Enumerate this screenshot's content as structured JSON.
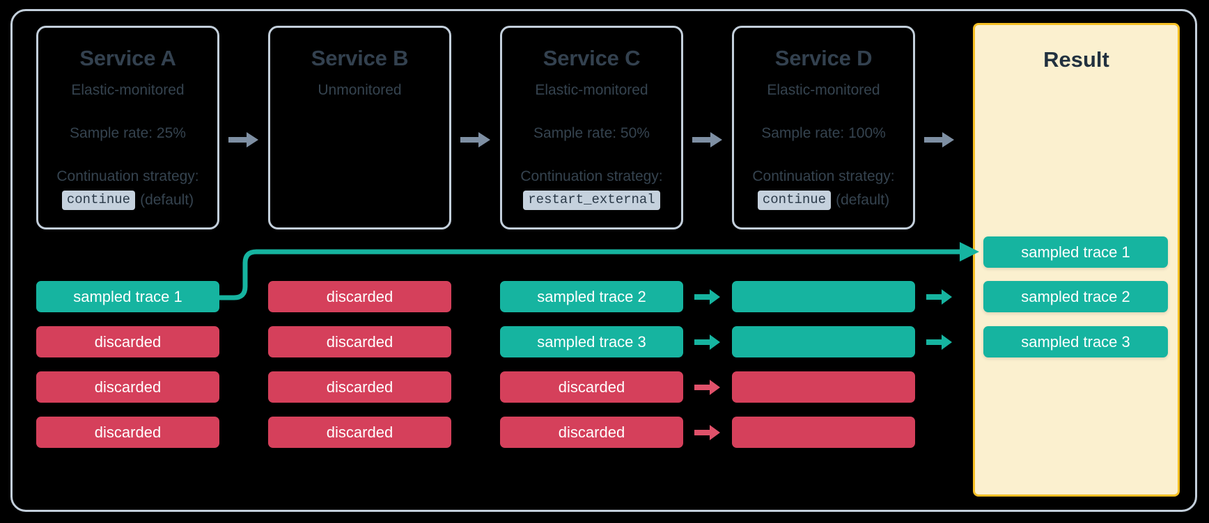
{
  "colors": {
    "background": "#000000",
    "frame_border": "#c3cfdb",
    "service_text": "#35434f",
    "sampled": "#16b4a0",
    "discarded": "#d5405b",
    "result_bg": "#fbf0cf",
    "result_border": "#f6bf24",
    "gray_arrow": "#7e8fa3",
    "code_chip_bg": "#c5d1dd"
  },
  "services": [
    {
      "title": "Service A",
      "monitoring": "Elastic-monitored",
      "sample_rate": "Sample rate: 25%",
      "strategy_label": "Continuation strategy:",
      "strategy_value": "continue",
      "strategy_note": "(default)"
    },
    {
      "title": "Service B",
      "monitoring": "Unmonitored",
      "sample_rate": "",
      "strategy_label": "",
      "strategy_value": "",
      "strategy_note": ""
    },
    {
      "title": "Service C",
      "monitoring": "Elastic-monitored",
      "sample_rate": "Sample rate: 50%",
      "strategy_label": "Continuation strategy:",
      "strategy_value": "restart_external",
      "strategy_note": ""
    },
    {
      "title": "Service D",
      "monitoring": "Elastic-monitored",
      "sample_rate": "Sample rate: 100%",
      "strategy_label": "Continuation strategy:",
      "strategy_value": "continue",
      "strategy_note": "(default)"
    }
  ],
  "result": {
    "title": "Result",
    "pills": [
      {
        "label": "sampled trace 1",
        "state": "sampled"
      },
      {
        "label": "sampled trace 2",
        "state": "sampled"
      },
      {
        "label": "sampled trace 3",
        "state": "sampled"
      }
    ]
  },
  "trace_columns": [
    {
      "service": "Service A",
      "pills": [
        {
          "label": "sampled trace 1",
          "state": "sampled"
        },
        {
          "label": "discarded",
          "state": "discarded"
        },
        {
          "label": "discarded",
          "state": "discarded"
        },
        {
          "label": "discarded",
          "state": "discarded"
        }
      ]
    },
    {
      "service": "Service B",
      "pills": [
        {
          "label": "discarded",
          "state": "discarded"
        },
        {
          "label": "discarded",
          "state": "discarded"
        },
        {
          "label": "discarded",
          "state": "discarded"
        },
        {
          "label": "discarded",
          "state": "discarded"
        }
      ]
    },
    {
      "service": "Service C",
      "pills": [
        {
          "label": "sampled trace 2",
          "state": "sampled"
        },
        {
          "label": "sampled trace 3",
          "state": "sampled"
        },
        {
          "label": "discarded",
          "state": "discarded"
        },
        {
          "label": "discarded",
          "state": "discarded"
        }
      ]
    },
    {
      "service": "Service D",
      "pills": [
        {
          "label": "",
          "state": "sampled"
        },
        {
          "label": "",
          "state": "sampled"
        },
        {
          "label": "",
          "state": "discarded"
        },
        {
          "label": "",
          "state": "discarded"
        }
      ]
    }
  ],
  "arrows": {
    "service_flow_count": 4,
    "c_to_d": [
      "sampled",
      "sampled",
      "discarded",
      "discarded"
    ],
    "d_to_result": [
      "sampled",
      "sampled"
    ],
    "a_to_result_curve": "sampled"
  }
}
